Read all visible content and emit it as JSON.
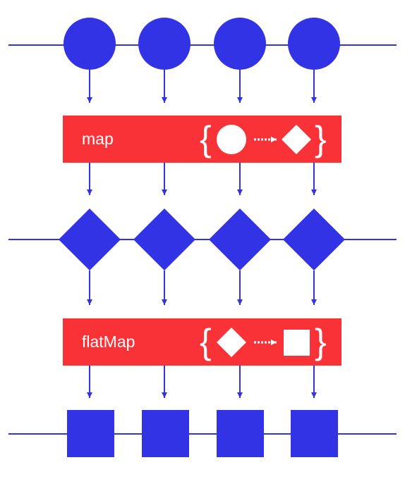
{
  "colors": {
    "stream": "#3333e6",
    "operator": "#f93238",
    "operator_text": "#ffffff"
  },
  "streams": [
    {
      "name": "source-stream",
      "shape": "circle",
      "items": 4
    },
    {
      "name": "mapped-stream",
      "shape": "diamond",
      "items": 4
    },
    {
      "name": "flatmapped-stream",
      "shape": "square",
      "items": 4
    }
  ],
  "operators": [
    {
      "label": "map",
      "from_shape": "circle",
      "to_shape": "diamond"
    },
    {
      "label": "flatMap",
      "from_shape": "diamond",
      "to_shape": "square"
    }
  ]
}
